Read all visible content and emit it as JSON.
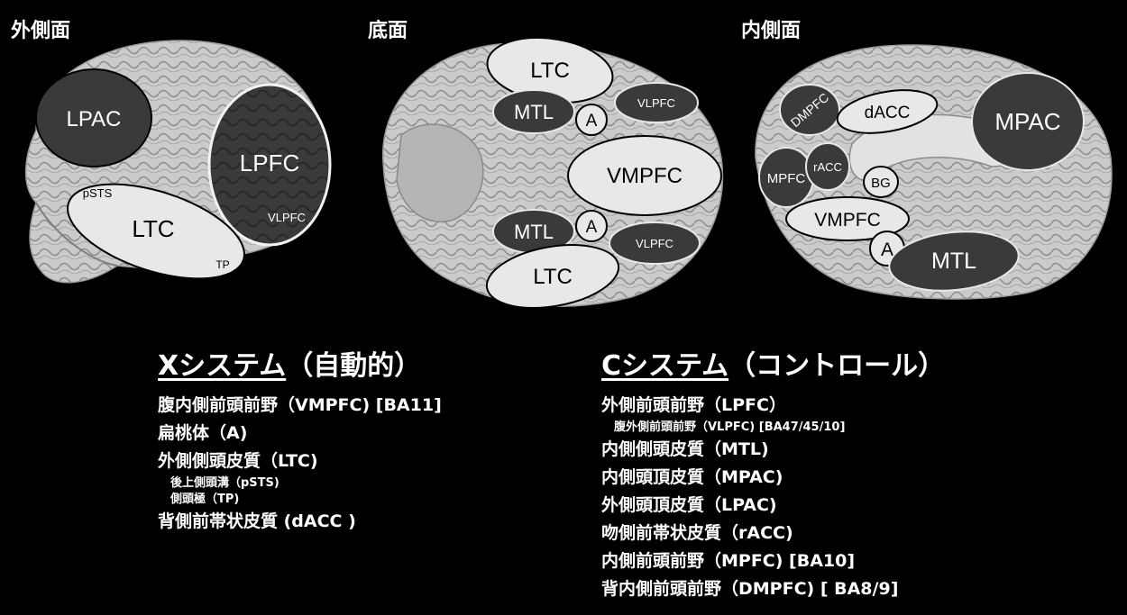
{
  "views": {
    "lateral": {
      "title": "外側面"
    },
    "ventral": {
      "title": "底面"
    },
    "medial": {
      "title": "内側面"
    }
  },
  "regions": {
    "lateral": {
      "LPAC": "LPAC",
      "LPFC": "LPFC",
      "VLPFC": "VLPFC",
      "LTC": "LTC",
      "pSTS": "pSTS",
      "TP": "TP"
    },
    "ventral": {
      "LTC_top": "LTC",
      "MTL_top": "MTL",
      "A_top": "A",
      "VLPFC_top": "VLPFC",
      "VMPFC": "VMPFC",
      "MTL_bottom": "MTL",
      "A_bottom": "A",
      "VLPFC_bottom": "VLPFC",
      "LTC_bottom": "LTC"
    },
    "medial": {
      "DMPFC": "DMPFC",
      "dACC": "dACC",
      "MPAC": "MPAC",
      "MPFC": "MPFC",
      "rACC": "rACC",
      "BG": "BG",
      "VMPFC": "VMPFC",
      "A": "A",
      "MTL": "MTL"
    }
  },
  "x_system": {
    "heading_prefix": "Xシステム",
    "heading_suffix": "（自動的）",
    "items": [
      {
        "text": "腹内側前頭前野（VMPFC) [BA11]",
        "sub": false
      },
      {
        "text": "扁桃体（A)",
        "sub": false
      },
      {
        "text": "外側側頭皮質（LTC)",
        "sub": false
      },
      {
        "text": "後上側頭溝（pSTS)",
        "sub": true
      },
      {
        "text": "側頭極（TP)",
        "sub": true
      },
      {
        "text": "背側前帯状皮質 (dACC )",
        "sub": false
      }
    ]
  },
  "c_system": {
    "heading_prefix": "Cシステム",
    "heading_suffix": "（コントロール）",
    "items": [
      {
        "text": "外側前頭前野（LPFC）",
        "sub": false
      },
      {
        "text": "腹外側前頭前野（VLPFC) [BA47/45/10]",
        "sub": true
      },
      {
        "text": "内側側頭皮質（MTL)",
        "sub": false
      },
      {
        "text": "内側頭頂皮質（MPAC)",
        "sub": false
      },
      {
        "text": "外側頭頂皮質（LPAC)",
        "sub": false
      },
      {
        "text": "吻側前帯状皮質（rACC)",
        "sub": false
      },
      {
        "text": "内側前頭前野（MPFC) [BA10]",
        "sub": false
      },
      {
        "text": "背内側前頭前野（DMPFC) [ BA8/9]",
        "sub": false
      }
    ]
  },
  "colors": {
    "background": "#000000",
    "brain": "#c9c9c9",
    "dark_region": "#3a3a3a",
    "light_region": "#e8e8e8"
  }
}
